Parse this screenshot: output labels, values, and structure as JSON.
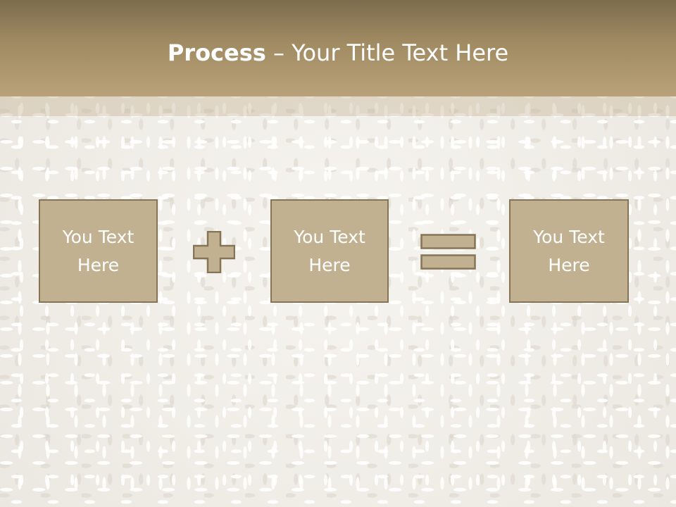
{
  "slide": {
    "title_bold": "Process",
    "title_rest": " – Your Title Text Here",
    "boxes": [
      {
        "line1": "You Text",
        "line2": "Here"
      },
      {
        "line1": "You Text",
        "line2": "Here"
      },
      {
        "line1": "You Text",
        "line2": "Here"
      }
    ],
    "operators": [
      "plus-icon",
      "equals-icon"
    ]
  },
  "colors": {
    "band_top": "#7c6c4e",
    "band_bottom": "#b9a27a",
    "box_fill": "#c2b190",
    "box_border": "#857456",
    "text": "#ffffff"
  }
}
